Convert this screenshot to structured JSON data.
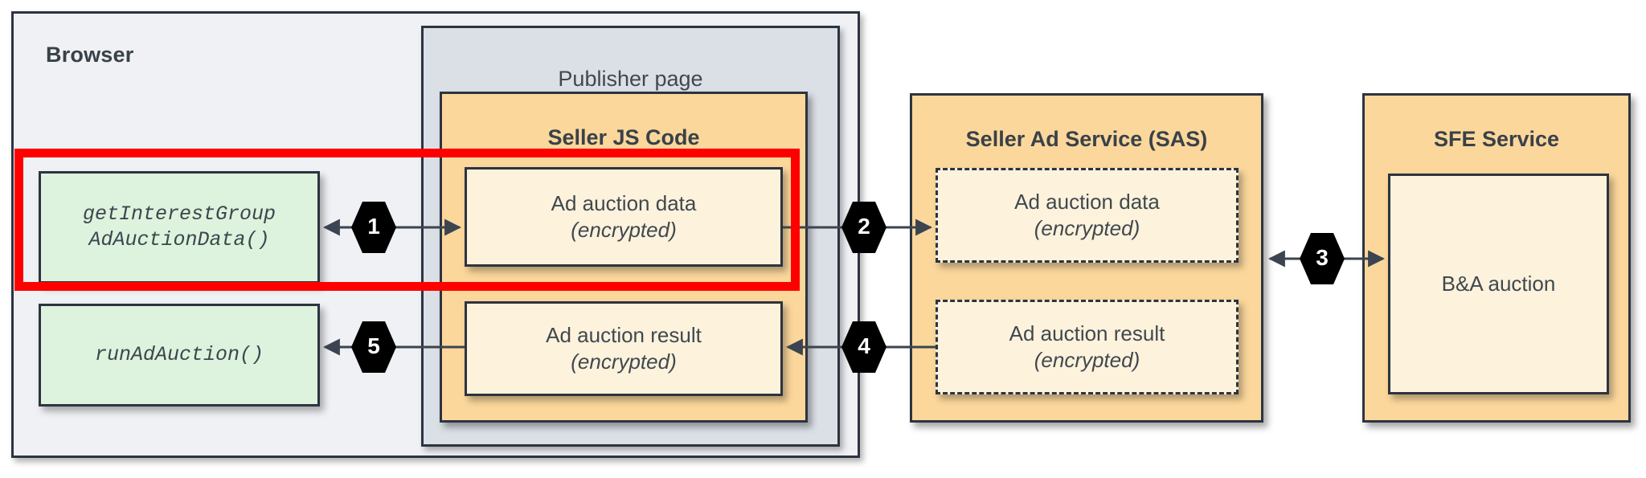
{
  "diagram": {
    "title_hidden": "",
    "colors": {
      "browser_bg": "#eff1f4",
      "publisher_bg": "#dbe0e6",
      "service_bg": "#fbd79b",
      "cream_bg": "#fdf2dc",
      "green_bg": "#ddf3dd",
      "stroke": "#2c3440",
      "highlight": "#ff0000",
      "badge_bg": "#000000"
    }
  },
  "browser": {
    "label": "Browser",
    "api_boxes": [
      {
        "line1": "getInterestGroup",
        "line2": "AdAuctionData()"
      },
      {
        "line1": "runAdAuction()",
        "line2": ""
      }
    ]
  },
  "publisher_page": {
    "label": "Publisher page",
    "seller_js": {
      "label": "Seller JS Code",
      "boxes": [
        {
          "line1": "Ad auction data",
          "line2": "(encrypted)"
        },
        {
          "line1": "Ad auction result",
          "line2": "(encrypted)"
        }
      ]
    }
  },
  "seller_ad_service": {
    "label": "Seller Ad Service (SAS)",
    "boxes": [
      {
        "line1": "Ad auction data",
        "line2": "(encrypted)"
      },
      {
        "line1": "Ad auction result",
        "line2": "(encrypted)"
      }
    ]
  },
  "sfe_service": {
    "label": "SFE Service",
    "boxes": [
      {
        "line1": "B&A auction",
        "line2": ""
      }
    ]
  },
  "step_badges": [
    {
      "number": "1",
      "from": "Seller JS Code / Ad auction data",
      "to": "getInterestGroupAdAuctionData()"
    },
    {
      "number": "2",
      "from": "Seller JS Code / Ad auction data",
      "to": "SAS / Ad auction data"
    },
    {
      "number": "3",
      "from": "SAS",
      "to": "SFE Service / B&A auction"
    },
    {
      "number": "4",
      "from": "SAS / Ad auction result",
      "to": "Seller JS Code / Ad auction result"
    },
    {
      "number": "5",
      "from": "Seller JS Code / Ad auction result",
      "to": "runAdAuction()"
    }
  ],
  "highlight": {
    "name": "red-highlight-region",
    "covers": "getInterestGroupAdAuctionData() and Ad auction data (encrypted)"
  }
}
